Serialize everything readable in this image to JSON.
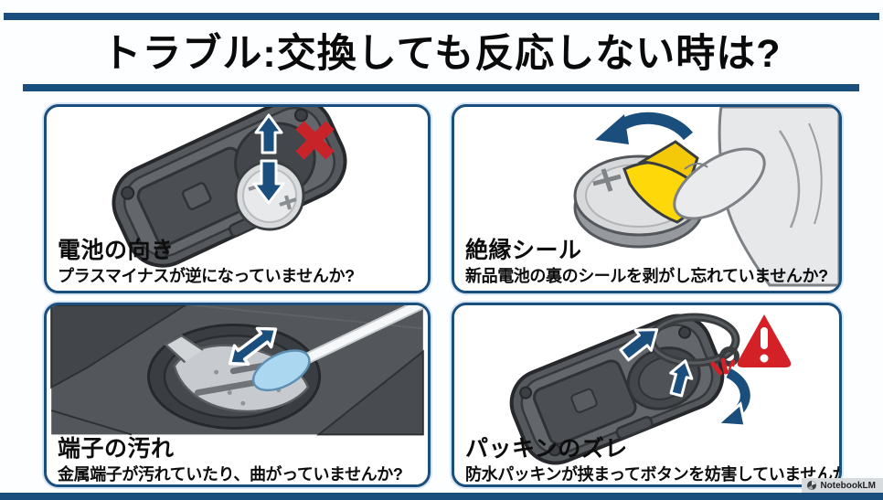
{
  "page": {
    "title": "トラブル:交換しても反応しない時は?",
    "accent_color": "#1a4e7d",
    "alert_red": "#d42127",
    "seal_yellow": "#ffd80a",
    "swab_blue": "#abd7f0"
  },
  "watermark": {
    "label": "NotebookLM",
    "icon": "notebooklm-logo-icon"
  },
  "panels": [
    {
      "heading": "電池の向き",
      "description": "プラスマイナスが逆になっていませんか?",
      "illustration": "open-remote-coin-battery-flip-arrows-red-x"
    },
    {
      "heading": "絶縁シール",
      "description": "新品電池の裏のシールを剥がし忘れていませんか?",
      "illustration": "hand-peeling-yellow-seal-off-coin-battery"
    },
    {
      "heading": "端子の汚れ",
      "description": "金属端子が汚れていたり、曲がっていませんか?",
      "illustration": "cotton-swab-cleaning-metal-terminal"
    },
    {
      "heading": "パッキンのズレ",
      "description": "防水パッキンが挟まってボタンを妨害していませんか?",
      "illustration": "gasket-ring-removed-warning"
    }
  ]
}
